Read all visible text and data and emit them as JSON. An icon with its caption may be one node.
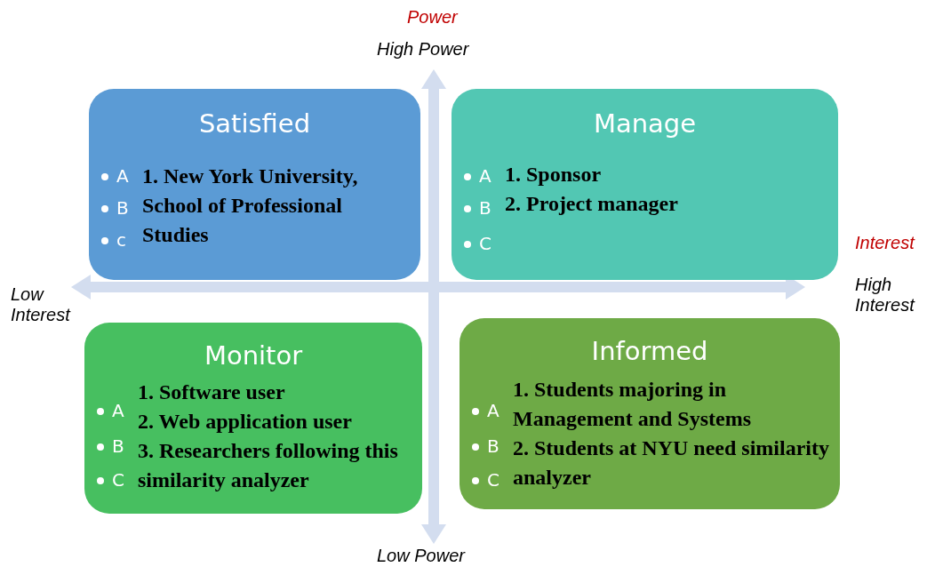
{
  "diagram": {
    "nodes": [
      {
        "text": [
          "Satisfied",
          "1. New York University, School of Professional Studies"
        ]
      },
      {
        "text": [
          "Manage",
          "1. Sponsor",
          "2. Project manager"
        ]
      },
      {
        "text": [
          "Monitor",
          "1. Software user",
          "2. Web application user",
          "3. Researchers following this similarity analyzer"
        ]
      },
      {
        "text": [
          "Informed",
          "1. Students majoring in Management and Systems",
          "2. Students at NYU need similarity analyzer"
        ]
      }
    ],
    "labels": [
      "Power",
      "High Power",
      "A",
      "B",
      "c",
      "A",
      "B",
      "C",
      "Interest",
      "Low Interest",
      "High Interest",
      "A",
      "B",
      "C",
      "A",
      "B",
      "C",
      "Low Power"
    ]
  }
}
